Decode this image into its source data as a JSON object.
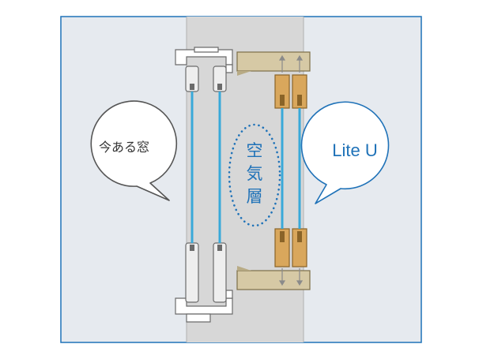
{
  "labels": {
    "existing_window": "今ある窓",
    "product": "Lite U",
    "air_layer": [
      "空",
      "気",
      "層"
    ]
  },
  "colors": {
    "panel_bg": "#e6eaef",
    "panel_border": "#1f72b8",
    "wall": "#d7d7d7",
    "wall_stroke": "#8a8a8a",
    "existing_frame": "#ffffff",
    "existing_stroke": "#6b6b6b",
    "sash_fill": "#eeeeee",
    "glass": "#39a9d9",
    "wood_frame": "#d6c9a5",
    "wood_stroke": "#7d6e48",
    "wood_sash": "#d9a75c",
    "wood_sash_stroke": "#8a6428",
    "bubble_left_stroke": "#555555",
    "bubble_right_stroke": "#1f72b8",
    "air_layer_text": "#1f72b8"
  }
}
